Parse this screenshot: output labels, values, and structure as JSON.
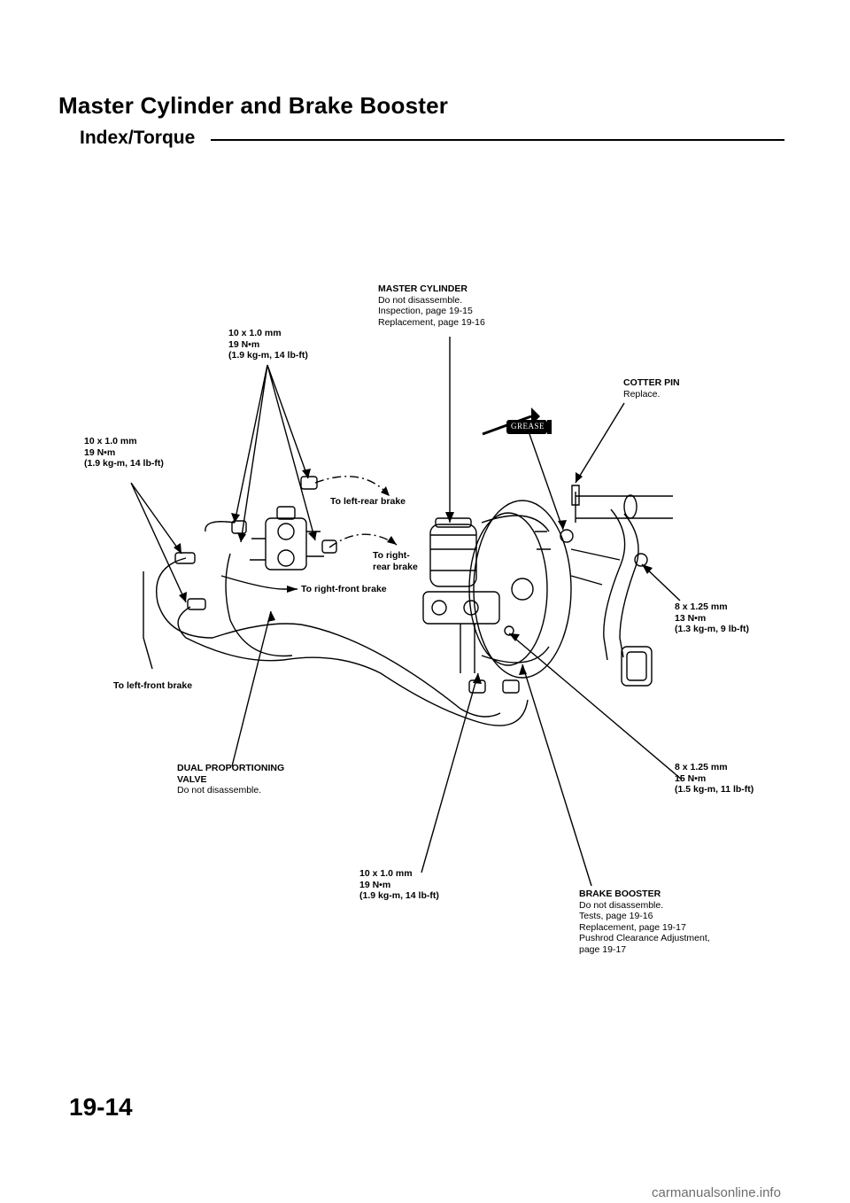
{
  "header": {
    "title": "Master Cylinder and Brake Booster",
    "subtitle": "Index/Torque"
  },
  "labels": {
    "master_cylinder": {
      "name": "MASTER CYLINDER",
      "lines": [
        "Do not disassemble.",
        "Inspection, page 19-15",
        "Replacement, page 19-16"
      ]
    },
    "torque_top": {
      "lines": [
        "10 x 1.0 mm",
        "19 N•m",
        "(1.9 kg-m, 14 lb-ft)"
      ]
    },
    "torque_left": {
      "lines": [
        "10 x 1.0 mm",
        "19 N•m",
        "(1.9 kg-m, 14 lb-ft)"
      ]
    },
    "cotter_pin": {
      "name": "COTTER PIN",
      "lines": [
        "Replace."
      ]
    },
    "to_left_rear": "To left-rear brake",
    "to_right_rear": {
      "lines": [
        "To right-",
        "rear brake"
      ]
    },
    "to_right_front": "To right-front brake",
    "to_left_front": "To left-front brake",
    "torque_8_13": {
      "lines": [
        "8 x 1.25 mm",
        "13 N•m",
        "(1.3 kg-m, 9 lb-ft)"
      ]
    },
    "torque_8_15": {
      "lines": [
        "8 x 1.25 mm",
        "15 N•m",
        "(1.5 kg-m, 11 lb-ft)"
      ]
    },
    "dual_valve": {
      "name_lines": [
        "DUAL PROPORTIONING",
        "VALVE"
      ],
      "lines": [
        "Do not disassemble."
      ]
    },
    "torque_bottom": {
      "lines": [
        "10 x 1.0 mm",
        "19 N•m",
        "(1.9 kg-m, 14 lb-ft)"
      ]
    },
    "brake_booster": {
      "name": "BRAKE BOOSTER",
      "lines": [
        "Do not disassemble.",
        "Tests, page 19-16",
        "Replacement, page 19-17",
        "Pushrod Clearance Adjustment,",
        "page 19-17"
      ]
    },
    "grease": "GREASE"
  },
  "page_number": "19-14",
  "watermark": "carmanualsonline.info"
}
